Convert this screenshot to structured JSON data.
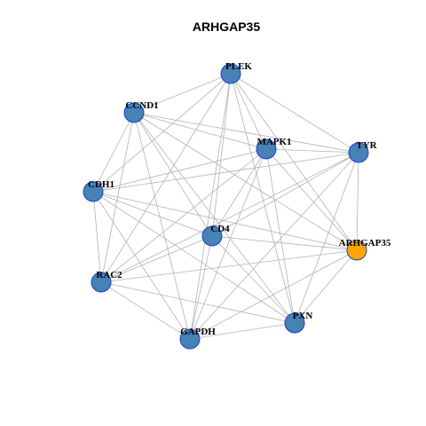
{
  "title": "ARHGAP35",
  "colors": {
    "node_default": "#4682b4",
    "node_highlight": "#ffa500",
    "node_border": "#1f3fd1",
    "edge": "#b3b3b3"
  },
  "nodes": [
    {
      "id": "PLEK",
      "label": "PLEK",
      "highlight": false
    },
    {
      "id": "CCND1",
      "label": "CCND1",
      "highlight": false
    },
    {
      "id": "MAPK1",
      "label": "MAPK1",
      "highlight": false
    },
    {
      "id": "TYR",
      "label": "TYR",
      "highlight": false
    },
    {
      "id": "CDH1",
      "label": "CDH1",
      "highlight": false
    },
    {
      "id": "CD4",
      "label": "CD4",
      "highlight": false
    },
    {
      "id": "ARHGAP35",
      "label": "ARHGAP35",
      "highlight": true
    },
    {
      "id": "RAC2",
      "label": "RAC2",
      "highlight": false
    },
    {
      "id": "PXN",
      "label": "PXN",
      "highlight": false
    },
    {
      "id": "GAPDH",
      "label": "GAPDH",
      "highlight": false
    }
  ],
  "edges": [
    [
      "PLEK",
      "CCND1"
    ],
    [
      "PLEK",
      "MAPK1"
    ],
    [
      "PLEK",
      "TYR"
    ],
    [
      "PLEK",
      "CDH1"
    ],
    [
      "PLEK",
      "CD4"
    ],
    [
      "PLEK",
      "ARHGAP35"
    ],
    [
      "PLEK",
      "RAC2"
    ],
    [
      "PLEK",
      "PXN"
    ],
    [
      "PLEK",
      "GAPDH"
    ],
    [
      "CCND1",
      "MAPK1"
    ],
    [
      "CCND1",
      "TYR"
    ],
    [
      "CCND1",
      "CDH1"
    ],
    [
      "CCND1",
      "CD4"
    ],
    [
      "CCND1",
      "ARHGAP35"
    ],
    [
      "CCND1",
      "RAC2"
    ],
    [
      "CCND1",
      "PXN"
    ],
    [
      "CCND1",
      "GAPDH"
    ],
    [
      "MAPK1",
      "TYR"
    ],
    [
      "MAPK1",
      "CDH1"
    ],
    [
      "MAPK1",
      "CD4"
    ],
    [
      "MAPK1",
      "ARHGAP35"
    ],
    [
      "MAPK1",
      "RAC2"
    ],
    [
      "MAPK1",
      "PXN"
    ],
    [
      "MAPK1",
      "GAPDH"
    ],
    [
      "TYR",
      "CDH1"
    ],
    [
      "TYR",
      "CD4"
    ],
    [
      "TYR",
      "ARHGAP35"
    ],
    [
      "TYR",
      "RAC2"
    ],
    [
      "TYR",
      "PXN"
    ],
    [
      "TYR",
      "GAPDH"
    ],
    [
      "CDH1",
      "CD4"
    ],
    [
      "CDH1",
      "ARHGAP35"
    ],
    [
      "CDH1",
      "RAC2"
    ],
    [
      "CDH1",
      "PXN"
    ],
    [
      "CDH1",
      "GAPDH"
    ],
    [
      "CD4",
      "ARHGAP35"
    ],
    [
      "CD4",
      "RAC2"
    ],
    [
      "CD4",
      "PXN"
    ],
    [
      "CD4",
      "GAPDH"
    ],
    [
      "ARHGAP35",
      "RAC2"
    ],
    [
      "ARHGAP35",
      "PXN"
    ],
    [
      "ARHGAP35",
      "GAPDH"
    ],
    [
      "RAC2",
      "PXN"
    ],
    [
      "RAC2",
      "GAPDH"
    ],
    [
      "PXN",
      "GAPDH"
    ]
  ]
}
